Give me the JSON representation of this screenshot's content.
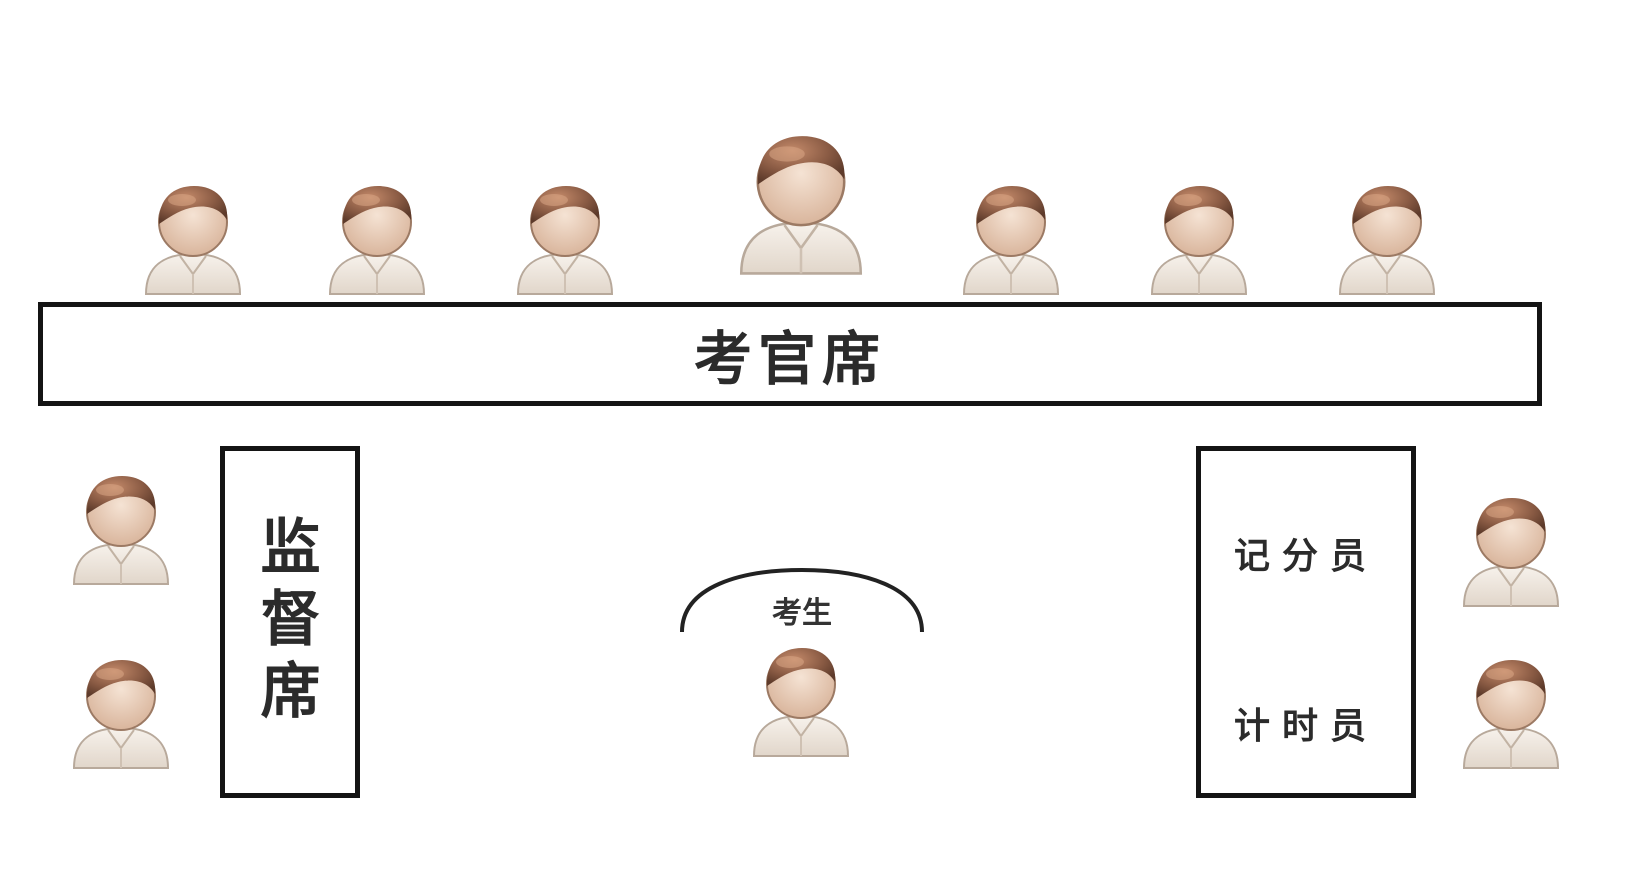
{
  "examiner_table": {
    "label": "考官席"
  },
  "supervisor_table": {
    "label": "监督席"
  },
  "staff_table": {
    "scorer_label": "记分员",
    "timer_label": "计时员"
  },
  "candidate": {
    "label": "考生"
  },
  "colors": {
    "hair": "#8a5b44",
    "skin": "#e8cdb8",
    "shirt": "#f1ebe4",
    "outline": "#141414"
  }
}
